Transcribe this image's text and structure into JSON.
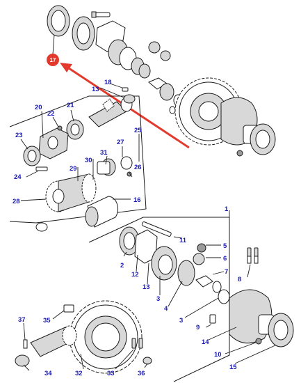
{
  "colors": {
    "callout": "#1a1ab3",
    "highlight": "#e23b2e",
    "line": "#1a1a1a"
  },
  "highlight": {
    "label": "17"
  },
  "callouts": [
    {
      "key": "c1",
      "label": "1"
    },
    {
      "key": "c2",
      "label": "2"
    },
    {
      "key": "c3a",
      "label": "3"
    },
    {
      "key": "c3b",
      "label": "3"
    },
    {
      "key": "c4",
      "label": "4"
    },
    {
      "key": "c5",
      "label": "5"
    },
    {
      "key": "c6",
      "label": "6"
    },
    {
      "key": "c7",
      "label": "7"
    },
    {
      "key": "c8",
      "label": "8"
    },
    {
      "key": "c9",
      "label": "9"
    },
    {
      "key": "c10",
      "label": "10"
    },
    {
      "key": "c11",
      "label": "11"
    },
    {
      "key": "c12",
      "label": "12"
    },
    {
      "key": "c13a",
      "label": "13"
    },
    {
      "key": "c13b",
      "label": "13"
    },
    {
      "key": "c14",
      "label": "14"
    },
    {
      "key": "c15",
      "label": "15"
    },
    {
      "key": "c16",
      "label": "16"
    },
    {
      "key": "c18",
      "label": "18"
    },
    {
      "key": "c20",
      "label": "20"
    },
    {
      "key": "c21",
      "label": "21"
    },
    {
      "key": "c22",
      "label": "22"
    },
    {
      "key": "c23",
      "label": "23"
    },
    {
      "key": "c24",
      "label": "24"
    },
    {
      "key": "c25",
      "label": "25"
    },
    {
      "key": "c26",
      "label": "26"
    },
    {
      "key": "c27",
      "label": "27"
    },
    {
      "key": "c28",
      "label": "28"
    },
    {
      "key": "c29",
      "label": "29"
    },
    {
      "key": "c30",
      "label": "30"
    },
    {
      "key": "c31",
      "label": "31"
    },
    {
      "key": "c32",
      "label": "32"
    },
    {
      "key": "c33",
      "label": "33"
    },
    {
      "key": "c34",
      "label": "34"
    },
    {
      "key": "c35",
      "label": "35"
    },
    {
      "key": "c36",
      "label": "36"
    },
    {
      "key": "c37",
      "label": "37"
    }
  ]
}
